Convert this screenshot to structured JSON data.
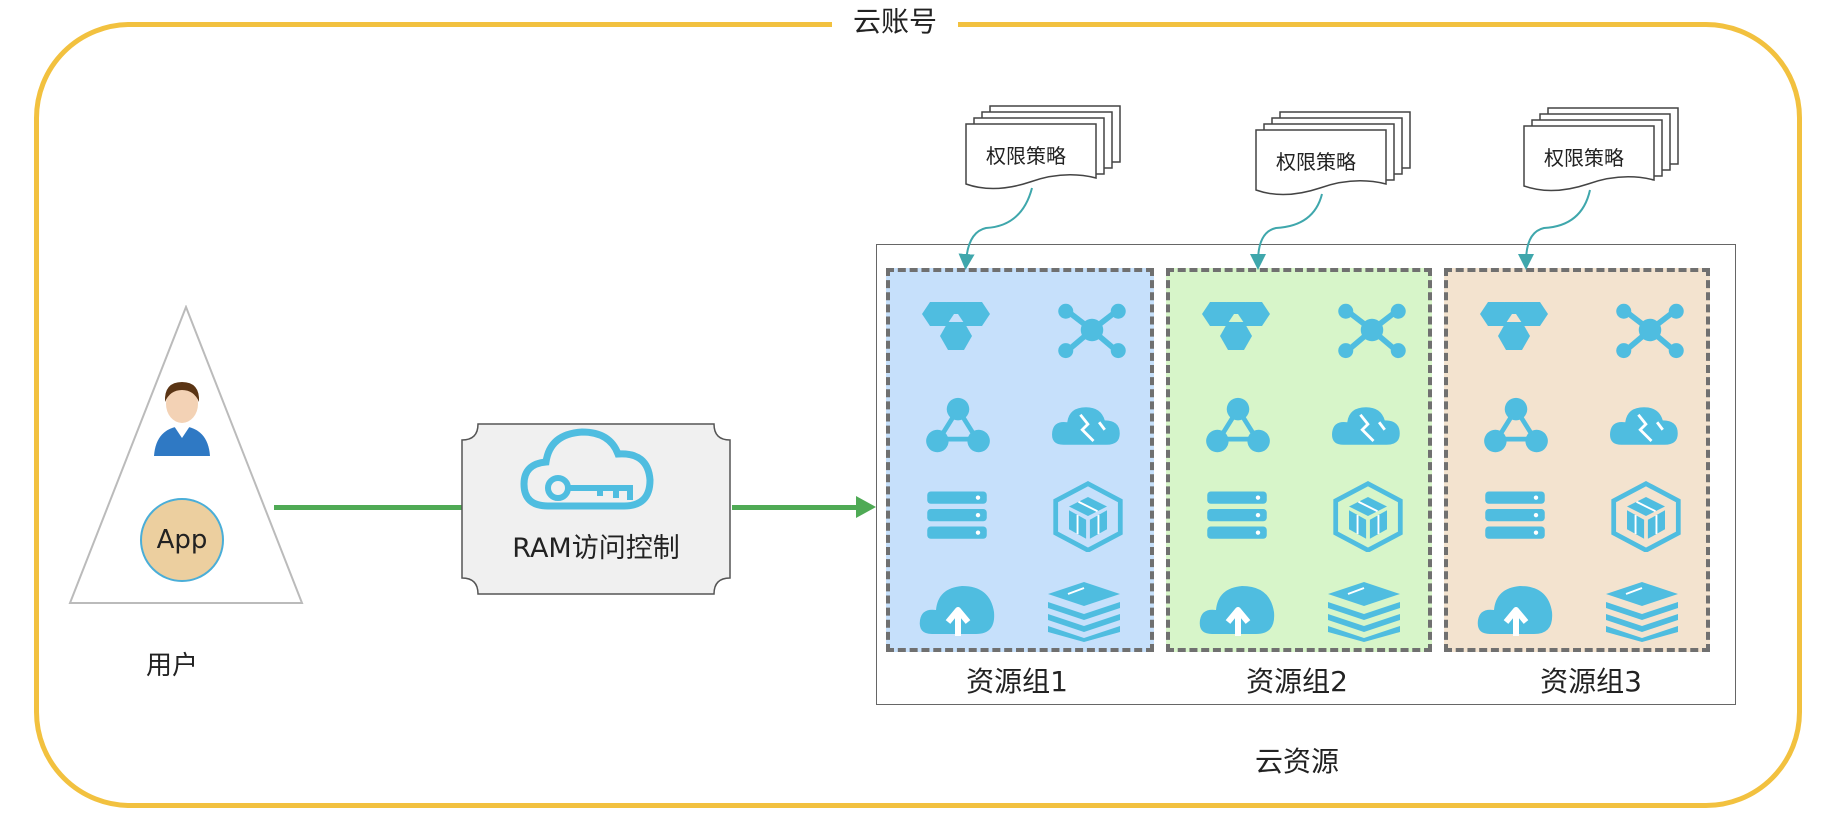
{
  "account": {
    "title": "云账号"
  },
  "user": {
    "label": "用户",
    "app_label": "App"
  },
  "ram": {
    "label": "RAM访问控制"
  },
  "cloud_resources": {
    "label": "云资源"
  },
  "policy_label": "权限策略",
  "resource_groups": [
    {
      "label": "资源组1",
      "color": "#c6e0fb"
    },
    {
      "label": "资源组2",
      "color": "#d7f5c9"
    },
    {
      "label": "资源组3",
      "color": "#f3e3cf"
    }
  ],
  "colors": {
    "account_border": "#f2c13f",
    "arrow": "#4faa55",
    "icon": "#4fbde0",
    "policy_connector": "#3fa7ac"
  },
  "icons": [
    "hexagon-cluster-icon",
    "network-hub-icon",
    "node-graph-icon",
    "broken-cloud-icon",
    "server-stack-icon",
    "cube-container-icon",
    "cloud-upload-icon",
    "layered-stack-icon"
  ]
}
